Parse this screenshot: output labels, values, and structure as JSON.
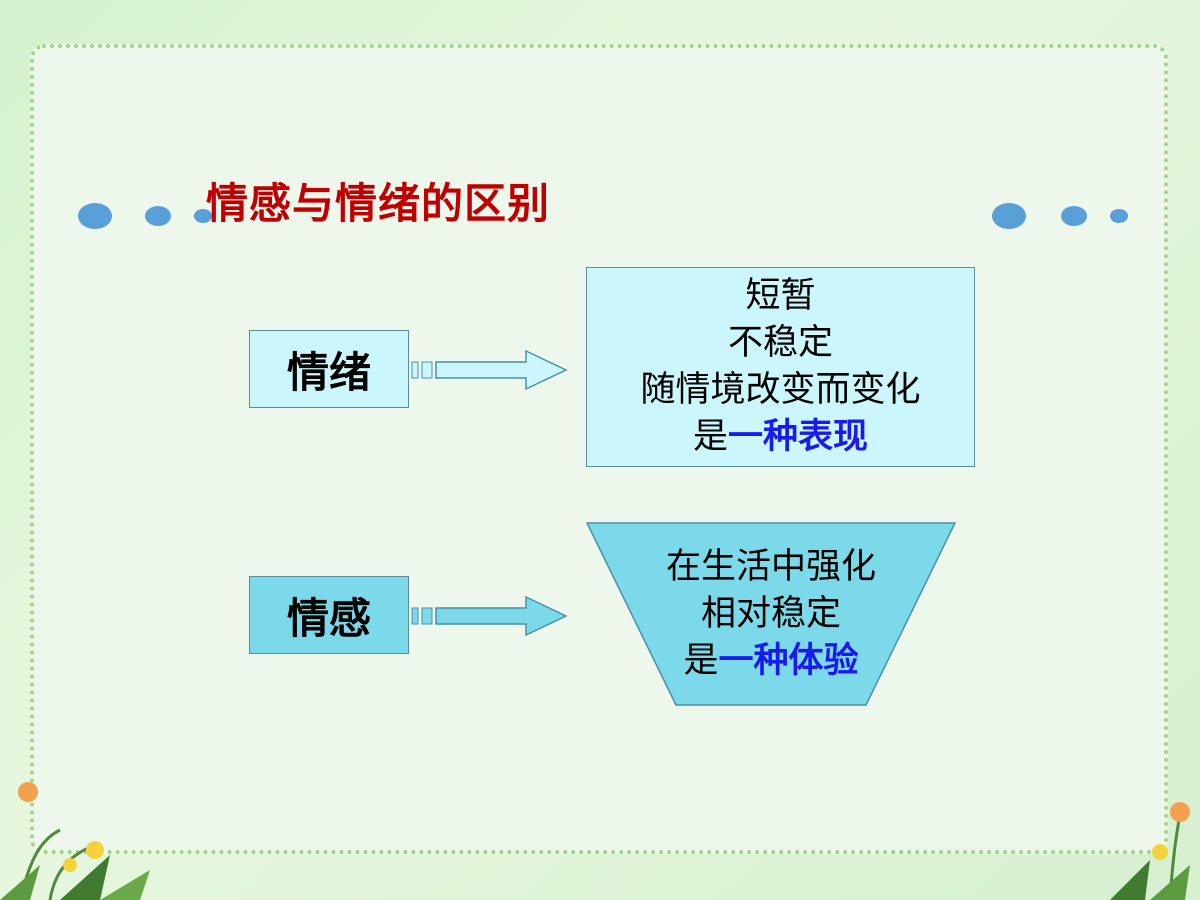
{
  "title": "情感与情绪的区别",
  "emotion_box": {
    "label": "情绪",
    "lines": [
      "短暂",
      "不稳定",
      "随情境改变而变化"
    ],
    "last_prefix": "是",
    "last_highlight": "一种表现"
  },
  "feeling_box": {
    "label": "情感",
    "lines": [
      "在生活中强化",
      "相对稳定"
    ],
    "last_prefix": "是",
    "last_highlight": "一种体验"
  },
  "colors": {
    "title": "#c00000",
    "highlight": "#1a1aee",
    "light_box": "#cbf6fb",
    "dark_box": "#7bd9e9",
    "dot": "#5aa0d8"
  }
}
